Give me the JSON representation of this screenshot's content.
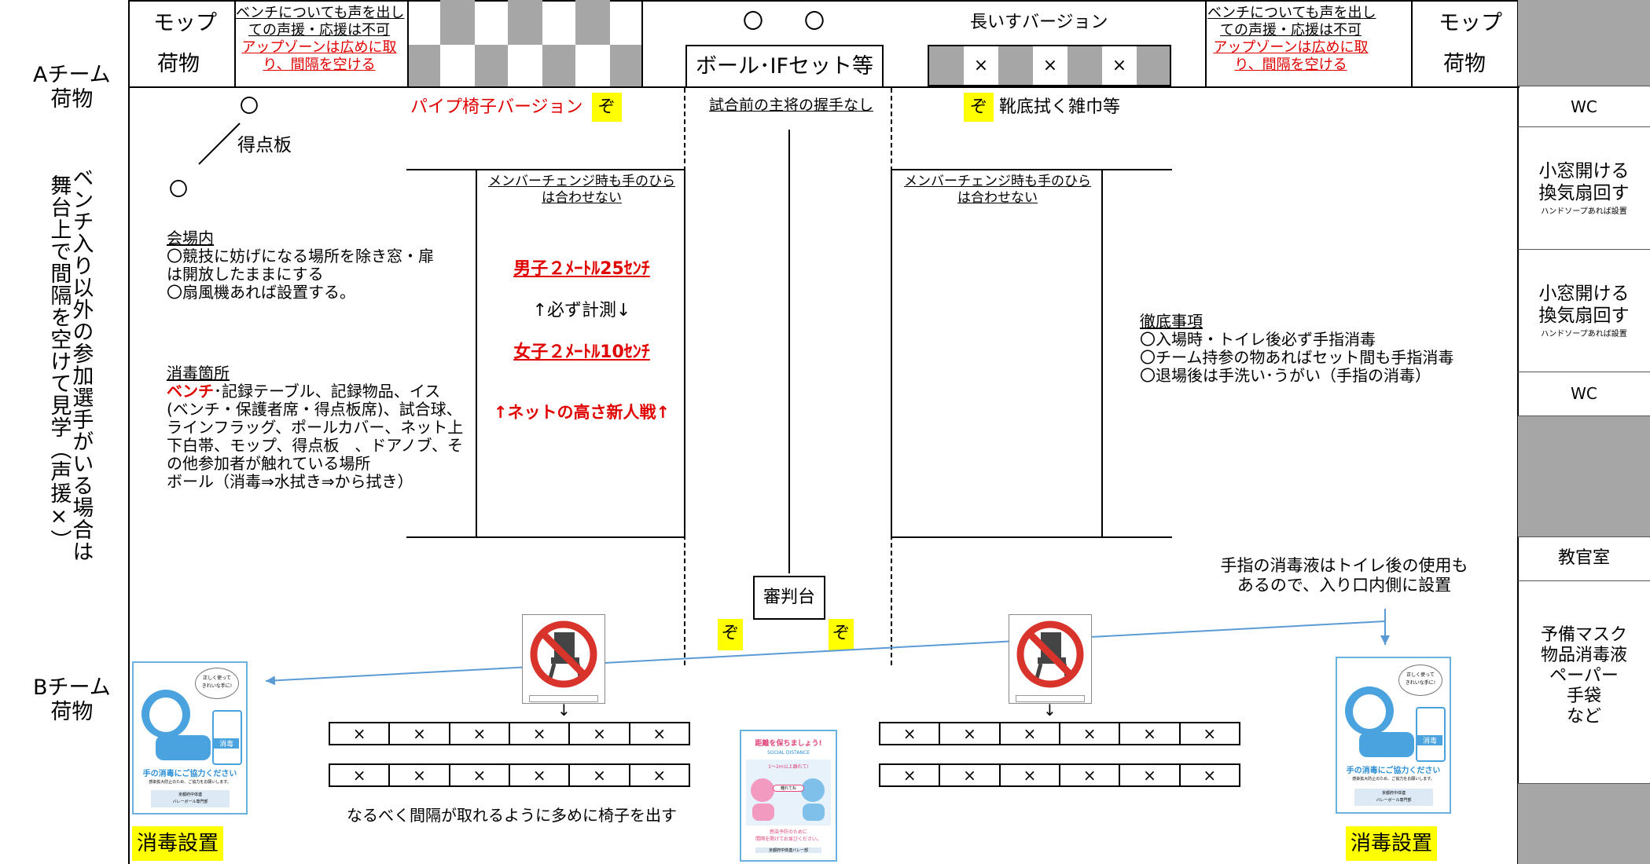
{
  "team_a": {
    "label_line1": "Aチーム",
    "label_line2": "荷物"
  },
  "team_b": {
    "label_line1": "Bチーム",
    "label_line2": "荷物"
  },
  "vertical_note_right": "ベンチ入り以外の参加選手がいる場合は",
  "vertical_note_left": "舞台上で間隔を空けて見学（声援×）",
  "top_left": {
    "mop": "モップ",
    "luggage": "荷物"
  },
  "top_right": {
    "mop": "モップ",
    "luggage": "荷物"
  },
  "bench_note": {
    "line1": "ベンチについても声を出し",
    "line2": "ての声援・応援は不可",
    "line3": "アップゾーンは広めに取",
    "line4": "り、間隔を空ける"
  },
  "top_center": {
    "circles": "〇　　〇",
    "ball_set": "ボール･IFセット等"
  },
  "long_chair": {
    "title": "長いすバージョン",
    "cross": "×"
  },
  "pipe_chair": {
    "text": "パイプ椅子バージョン",
    "zo": "ぞ"
  },
  "no_handshake": "試合前の主将の握手なし",
  "shoe_cloth": {
    "zo": "ぞ",
    "text": "靴底拭く雑巾等"
  },
  "scoreboard": {
    "circle_top": "〇",
    "label": "得点板",
    "circle_bottom": "〇"
  },
  "court": {
    "member_change": "メンバーチェンジ時も手のひら",
    "member_change2": "は合わせない",
    "boys": "男子２ﾒｰﾄﾙ25ｾﾝﾁ",
    "measure": "↑必ず計測↓",
    "girls": "女子２ﾒｰﾄﾙ10ｾﾝﾁ",
    "net_note": "↑ネットの高さ新人戦↑"
  },
  "venue": {
    "title": "会場内",
    "line1": "〇競技に妨げになる場所を除き窓・扉",
    "line2": "は開放したままにする",
    "line3": "〇扇風機あれば設置する。"
  },
  "disinfect_places": {
    "title": "消毒箇所",
    "bench": "ベンチ",
    "line1_rest": "･記録テーブル、記録物品、イス",
    "line2": "(ベンチ・保護者席・得点板席)、試合球、",
    "line3": "ラインフラッグ、ポールカバー、ネット上",
    "line4": "下白帯、モップ、得点板　、ドアノブ、そ",
    "line5": "の他参加者が触れている場所",
    "line6": "ボール（消毒⇒水拭き⇒から拭き）"
  },
  "thorough": {
    "title": "徹底事項",
    "line1": "〇入場時・トイレ後必ず手指消毒",
    "line2": "〇チーム持参の物あればセット間も手指消毒",
    "line3": "〇退場後は手洗い･うがい（手指の消毒）"
  },
  "referee": {
    "label": "審判台",
    "zo": "ぞ"
  },
  "sanitizer_note": {
    "line1": "手指の消毒液はトイレ後の使用も",
    "line2": "あるので、入り口内側に設置"
  },
  "chairs_note": "なるべく間隔が取れるように多めに椅子を出す",
  "disinfect_station": "消毒設置",
  "poster_hand": {
    "bubble1": "正しく使って",
    "bubble2": "きれいな手に!",
    "bottle": "消毒",
    "title": "手の消毒にご協力ください",
    "sub": "感染拡大防止のため、ご協力をお願いします。",
    "footer1": "京都府中体連",
    "footer2": "バレーボール専門部"
  },
  "poster_distance": {
    "title": "距離を保ちましょう!",
    "sub": "SOCIAL DISTANCE",
    "bubble": "1〜2m以上離れて!",
    "inner": "離れてね",
    "bottom1": "感染予防のために",
    "bottom2": "間隔を開けてお並びください。",
    "footer": "京都府中体連バレー部"
  },
  "sidebar": {
    "wc1": "WC",
    "window1_l1": "小窓開ける",
    "window1_l2": "換気扇回す",
    "window1_l3": "ハンドソープあれば設置",
    "window2_l1": "小窓開ける",
    "window2_l2": "換気扇回す",
    "window2_l3": "ハンドソープあれば設置",
    "wc2": "WC",
    "staff_room": "教官室",
    "supplies_l1": "予備マスク",
    "supplies_l2": "物品消毒液",
    "supplies_l3": "ペーパー",
    "supplies_l4": "手袋",
    "supplies_l5": "など"
  },
  "benches": {
    "cross": "×"
  },
  "colors": {
    "red": "#e00000",
    "highlight": "#ffff00",
    "gray": "#a6a6a6",
    "blue_arrow": "#5b9bd5"
  }
}
